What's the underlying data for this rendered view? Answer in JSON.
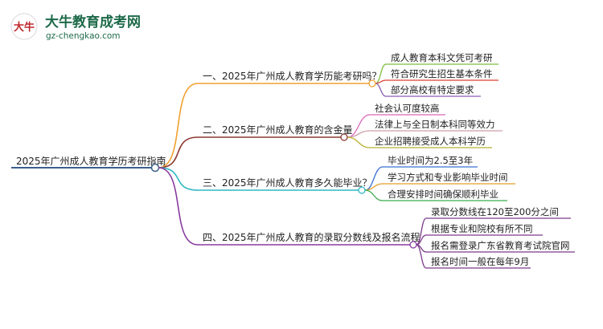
{
  "logo": {
    "mark_text": "大牛",
    "brand_name": "大牛教育成考网",
    "url": "gz-chengkao.com"
  },
  "root": {
    "label": "2025年广州成人教育学历考研指南",
    "color": "#3a5f8c"
  },
  "branches": [
    {
      "label": "一、2025年广州成人教育学历能考研吗？",
      "color": "#f0a030",
      "children": [
        {
          "label": "成人教育本科文凭可考研",
          "color": "#7bbd3c"
        },
        {
          "label": "符合研究生招生基本条件",
          "color": "#d94032"
        },
        {
          "label": "部分高校有特定要求",
          "color": "#8b5db3"
        }
      ]
    },
    {
      "label": "二、2025年广州成人教育的含金量",
      "color": "#8c3a32",
      "children": [
        {
          "label": "社会认可度较高",
          "color": "#d966b8"
        },
        {
          "label": "法律上与全日制本科同等效力",
          "color": "#cf9da8"
        },
        {
          "label": "企业招聘接受成人本科学历",
          "color": "#b8b030"
        }
      ]
    },
    {
      "label": "三、2025年广州成人教育多久能毕业？",
      "color": "#2fb7c4",
      "children": [
        {
          "label": "毕业时间为2.5至3年",
          "color": "#3b6ed4"
        },
        {
          "label": "学习方式和专业影响毕业时间",
          "color": "#e89a2a"
        },
        {
          "label": "合理安排时间确保顺利毕业",
          "color": "#3aaa4a"
        }
      ]
    },
    {
      "label": "四、2025年广州成人教育的录取分数线及报名流程",
      "color": "#8a3aa0",
      "children": [
        {
          "label": "录取分数线在120至200分之间",
          "color": "#7a3a8a"
        },
        {
          "label": "根据专业和院校有所不同",
          "color": "#7a3a8a"
        },
        {
          "label": "报名需登录广东省教育考试院官网",
          "color": "#7a3a8a"
        },
        {
          "label": "报名时间一般在每年9月",
          "color": "#7a3a8a"
        }
      ]
    }
  ]
}
